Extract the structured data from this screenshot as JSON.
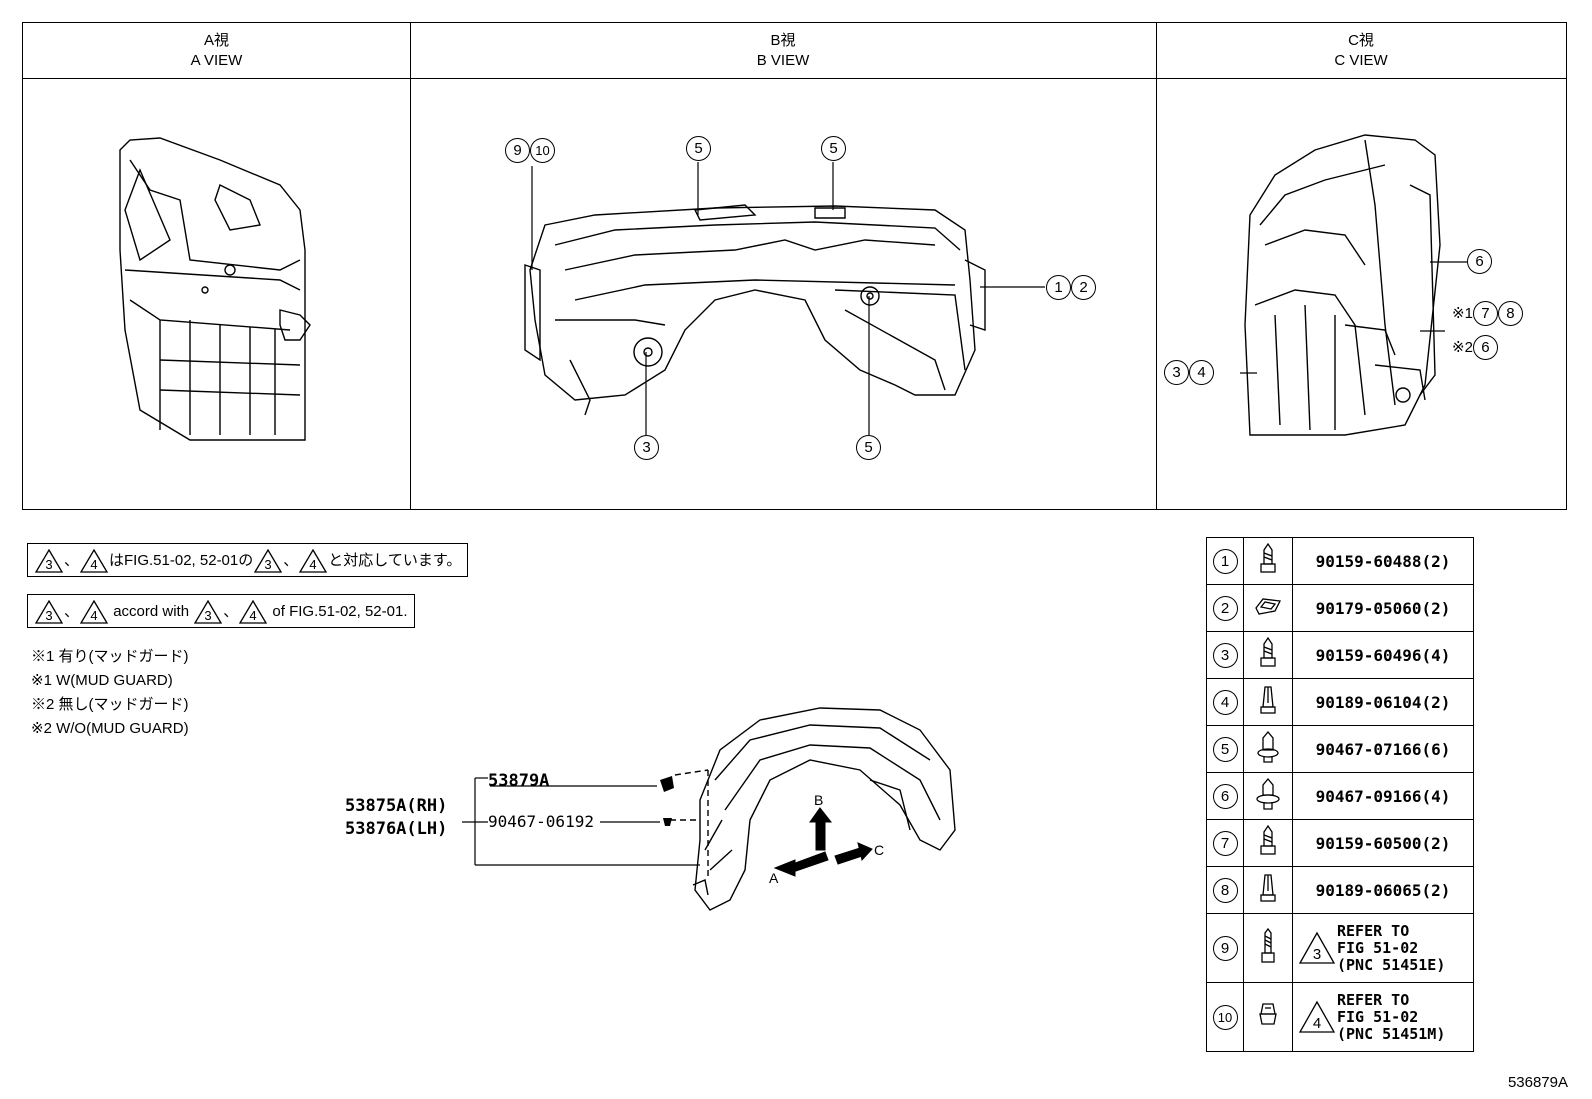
{
  "views": [
    {
      "title_jp": "A視",
      "title_en": "A VIEW"
    },
    {
      "title_jp": "B視",
      "title_en": "B VIEW"
    },
    {
      "title_jp": "C視",
      "title_en": "C VIEW"
    }
  ],
  "b_view_callouts": {
    "top_left": "⑨⑩",
    "top_mid": "5",
    "top_right": "5",
    "right": "①②",
    "bottom_left": "3",
    "bottom_right": "5"
  },
  "c_view_callouts": {
    "right_top": "6",
    "ref1_mark": "※1",
    "ref1_nums": "⑦⑧",
    "ref2_mark": "※2",
    "ref2_num": "6",
    "left": "③④"
  },
  "notes": {
    "jp": {
      "tri1": "3",
      "sep": "、",
      "tri2": "4",
      "text_mid": "はFIG.51-02, 52-01の",
      "tri3": "3",
      "sep2": "、",
      "tri4": "4",
      "text_end": "と対応しています。"
    },
    "en": {
      "tri1": "3",
      "sep": "、",
      "tri2": "4",
      "text_mid": "accord with",
      "tri3": "3",
      "sep2": "、",
      "tri4": "4",
      "text_end": "of FIG.51-02, 52-01."
    }
  },
  "legend": [
    "※1 有り(マッドガード)",
    "※1 W(MUD GUARD)",
    "※2 無し(マッドガード)",
    "※2 W/O(MUD GUARD)"
  ],
  "assembly": {
    "part_rh": "53875A(RH)",
    "part_lh": "53876A(LH)",
    "part_upper": "53879A",
    "part_clip": "90467-06192",
    "arrow_a": "A",
    "arrow_b": "B",
    "arrow_c": "C"
  },
  "parts_table": [
    {
      "num": "1",
      "part": "90159-60488(2)",
      "icon": "bolt-icon"
    },
    {
      "num": "2",
      "part": "90179-05060(2)",
      "icon": "nut-icon"
    },
    {
      "num": "3",
      "part": "90159-60496(4)",
      "icon": "bolt-icon"
    },
    {
      "num": "4",
      "part": "90189-06104(2)",
      "icon": "rivet-icon"
    },
    {
      "num": "5",
      "part": "90467-07166(6)",
      "icon": "clip-icon"
    },
    {
      "num": "6",
      "part": "90467-09166(4)",
      "icon": "clip-icon"
    },
    {
      "num": "7",
      "part": "90159-60500(2)",
      "icon": "bolt-icon"
    },
    {
      "num": "8",
      "part": "90189-06065(2)",
      "icon": "rivet-icon"
    },
    {
      "num": "9",
      "tri": "3",
      "ref": "REFER TO\nFIG 51-02\n(PNC 51451E)",
      "icon": "screw-icon"
    },
    {
      "num": "10",
      "tri": "4",
      "ref": "REFER TO\nFIG 51-02\n(PNC 51451M)",
      "icon": "grommet-icon"
    }
  ],
  "diagram_number": "536879A"
}
